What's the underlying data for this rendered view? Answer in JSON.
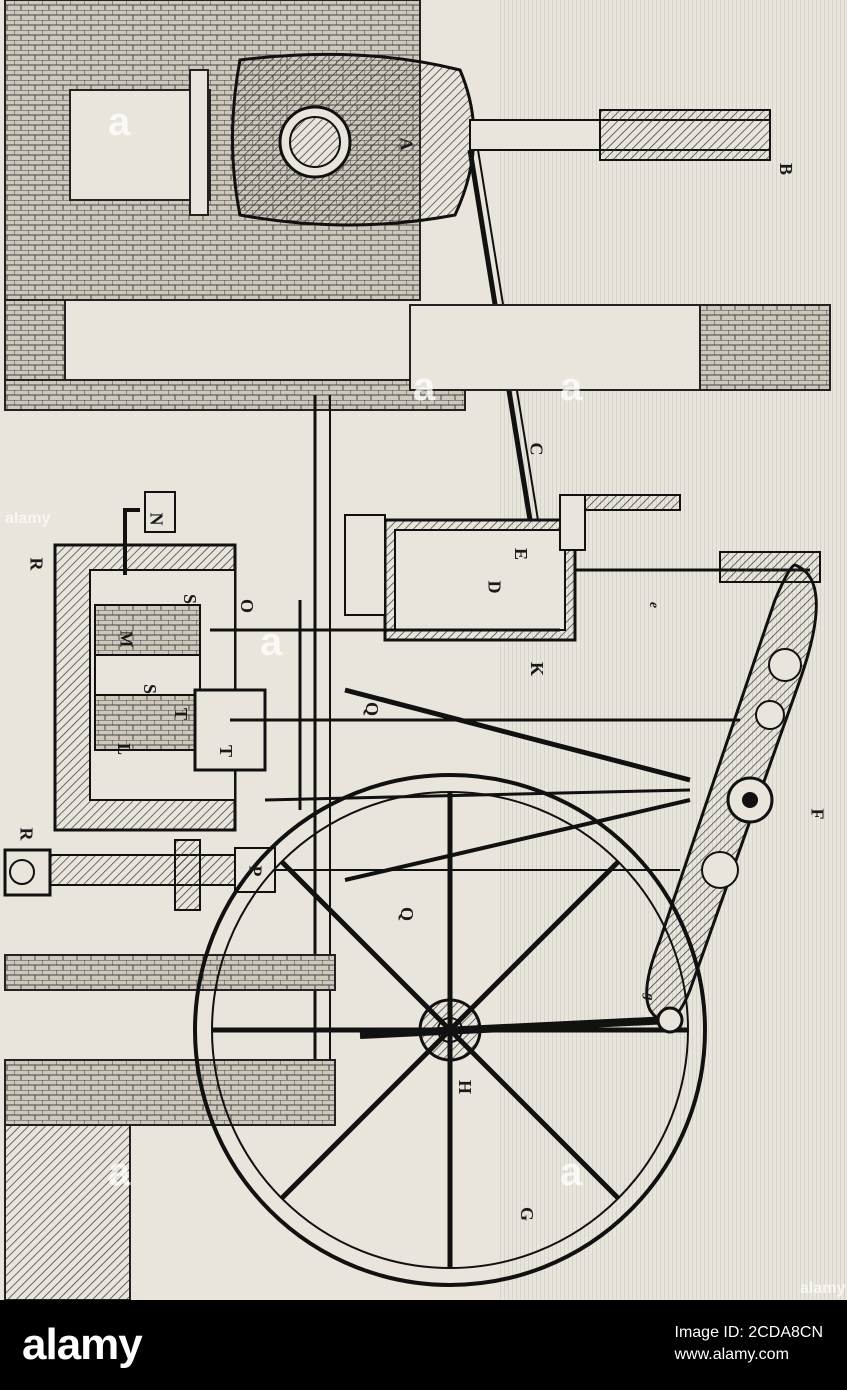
{
  "figure": {
    "letters": {
      "A": "A",
      "B": "B",
      "C": "C",
      "D": "D",
      "E": "E",
      "F": "F",
      "G": "G",
      "H": "H",
      "K": "K",
      "L": "L",
      "M": "M",
      "N": "N",
      "O": "O",
      "P": "P",
      "Q1": "Q",
      "Q2": "Q",
      "R1": "R",
      "R2": "R",
      "S1": "S",
      "S2": "S",
      "T1": "T",
      "T2": "T",
      "e": "e",
      "g": "g"
    },
    "colors": {
      "paper": "#e9e5dc",
      "ink": "#1a1a1a"
    }
  },
  "footer": {
    "brand": "alamy",
    "image_id": "Image ID: 2CDA8CN",
    "url": "www.alamy.com"
  },
  "watermark": {
    "text": "a",
    "small_text": "alamy"
  }
}
